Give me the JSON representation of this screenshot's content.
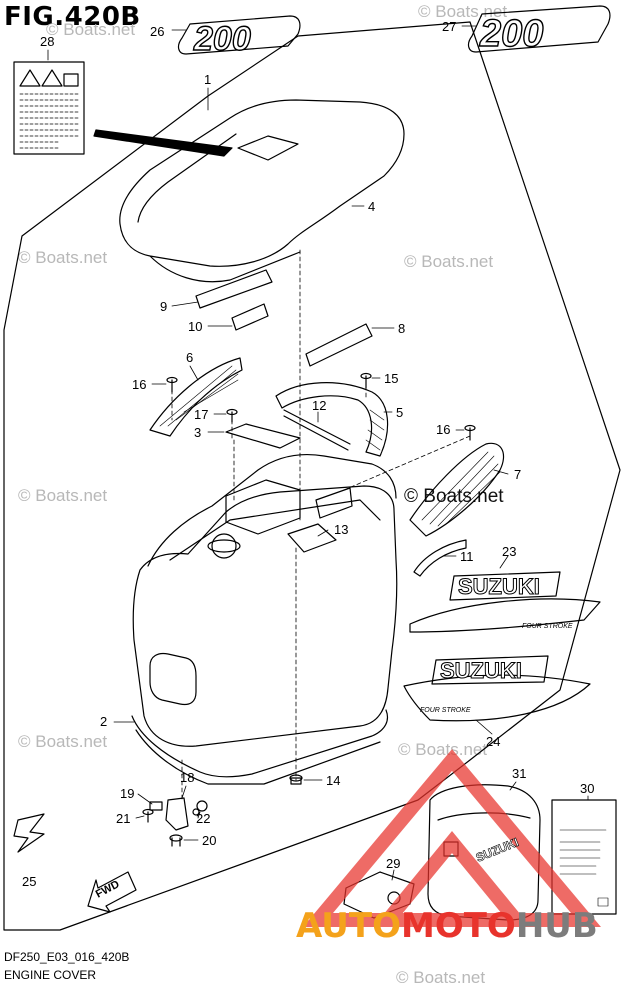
{
  "figure": {
    "title": "FIG.420B",
    "model_code": "DF250_E03_016_420B",
    "caption": "ENGINE COVER"
  },
  "decals": {
    "model_number": "200",
    "brand_text": "SUZUKI",
    "four_stroke_text": "FOUR STROKE",
    "fwd_text": "FWD"
  },
  "watermarks": {
    "boats_net": "© Boats.net",
    "brand": {
      "auto": "AUTO",
      "moto": "MOTO",
      "hub": "HUB"
    }
  },
  "colors": {
    "line": "#000000",
    "watermark_grey": "#b8b8b8",
    "brand_orange": "#f4a21b",
    "brand_red": "#e8332c",
    "brand_grey": "#7c7c7c",
    "warning_triangle_red": "#e8332c"
  },
  "callouts": [
    {
      "id": "1",
      "label": "1"
    },
    {
      "id": "2",
      "label": "2"
    },
    {
      "id": "3",
      "label": "3"
    },
    {
      "id": "4",
      "label": "4"
    },
    {
      "id": "5",
      "label": "5"
    },
    {
      "id": "6",
      "label": "6"
    },
    {
      "id": "7",
      "label": "7"
    },
    {
      "id": "8",
      "label": "8"
    },
    {
      "id": "9",
      "label": "9"
    },
    {
      "id": "10",
      "label": "10"
    },
    {
      "id": "11",
      "label": "11"
    },
    {
      "id": "12",
      "label": "12"
    },
    {
      "id": "13",
      "label": "13"
    },
    {
      "id": "14",
      "label": "14"
    },
    {
      "id": "15",
      "label": "15"
    },
    {
      "id": "16a",
      "label": "16"
    },
    {
      "id": "16b",
      "label": "16"
    },
    {
      "id": "17",
      "label": "17"
    },
    {
      "id": "18",
      "label": "18"
    },
    {
      "id": "19",
      "label": "19"
    },
    {
      "id": "20",
      "label": "20"
    },
    {
      "id": "21",
      "label": "21"
    },
    {
      "id": "22",
      "label": "22"
    },
    {
      "id": "23",
      "label": "23"
    },
    {
      "id": "24",
      "label": "24"
    },
    {
      "id": "25",
      "label": "25"
    },
    {
      "id": "26",
      "label": "26"
    },
    {
      "id": "27",
      "label": "27"
    },
    {
      "id": "28",
      "label": "28"
    },
    {
      "id": "29",
      "label": "29"
    },
    {
      "id": "30",
      "label": "30"
    },
    {
      "id": "31",
      "label": "31"
    }
  ]
}
